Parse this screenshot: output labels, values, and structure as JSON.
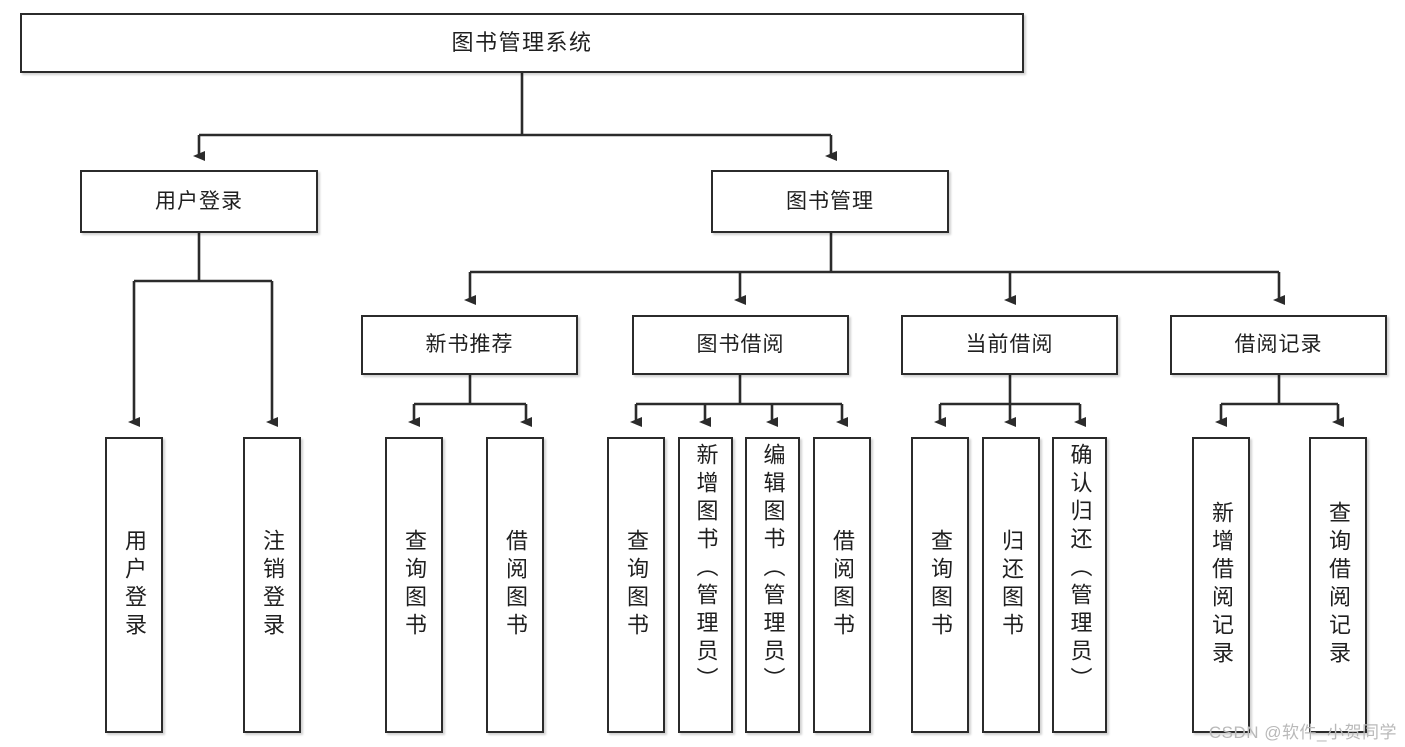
{
  "diagram": {
    "type": "tree-hierarchy",
    "title": "图书管理系统",
    "watermark": "CSDN @软件_小贺同学",
    "colors": {
      "background": "#ffffff",
      "stroke": "#2b2b2b",
      "text": "#1f1f1f",
      "watermark": "#b9b9b9"
    },
    "nodes": {
      "root": {
        "label": "图书管理系统"
      },
      "level2": [
        {
          "id": "user-login",
          "label": "用户登录"
        },
        {
          "id": "book-manage",
          "label": "图书管理"
        }
      ],
      "level3": [
        {
          "id": "new-book-rec",
          "label": "新书推荐"
        },
        {
          "id": "book-borrow",
          "label": "图书借阅"
        },
        {
          "id": "current-borrow",
          "label": "当前借阅"
        },
        {
          "id": "borrow-record",
          "label": "借阅记录"
        }
      ],
      "leaves": {
        "user_login": [
          {
            "id": "leaf-user-login",
            "label": "用户登录"
          },
          {
            "id": "leaf-user-logout",
            "label": "注销登录"
          }
        ],
        "new_book_rec": [
          {
            "id": "leaf-query-book-1",
            "label": "查询图书"
          },
          {
            "id": "leaf-borrow-book-1",
            "label": "借阅图书"
          }
        ],
        "book_borrow": [
          {
            "id": "leaf-query-book-2",
            "label": "查询图书"
          },
          {
            "id": "leaf-add-book",
            "label": "新增图书（管理员）"
          },
          {
            "id": "leaf-edit-book",
            "label": "编辑图书（管理员）"
          },
          {
            "id": "leaf-borrow-book-2",
            "label": "借阅图书"
          }
        ],
        "current_borrow": [
          {
            "id": "leaf-query-book-3",
            "label": "查询图书"
          },
          {
            "id": "leaf-return-book",
            "label": "归还图书"
          },
          {
            "id": "leaf-confirm-return",
            "label": "确认归还（管理员）"
          }
        ],
        "borrow_record": [
          {
            "id": "leaf-add-record",
            "label": "新增借阅记录"
          },
          {
            "id": "leaf-query-record",
            "label": "查询借阅记录"
          }
        ]
      }
    }
  }
}
